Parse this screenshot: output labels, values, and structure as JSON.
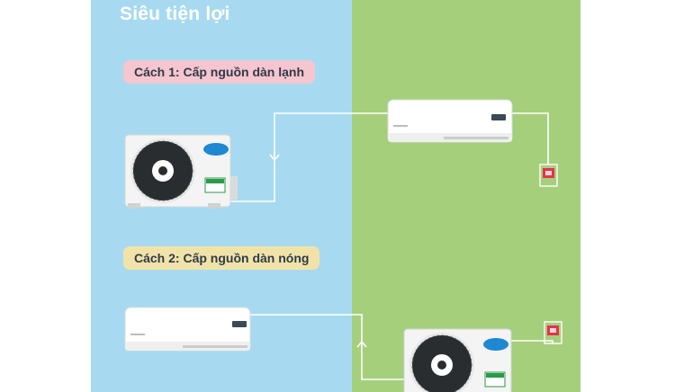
{
  "title": "Siêu tiện lợi",
  "method1": {
    "label": "Cách 1: Cấp nguồn dàn lạnh"
  },
  "method2": {
    "label": "Cách 2: Cấp nguồn dàn nóng"
  },
  "colors": {
    "panel_left": "#a7daf0",
    "panel_right": "#a6cf7c",
    "pill_1": "#f5c6cf",
    "pill_2": "#f1e3a8",
    "wire": "#ffffff",
    "socket": "#e8324b"
  }
}
